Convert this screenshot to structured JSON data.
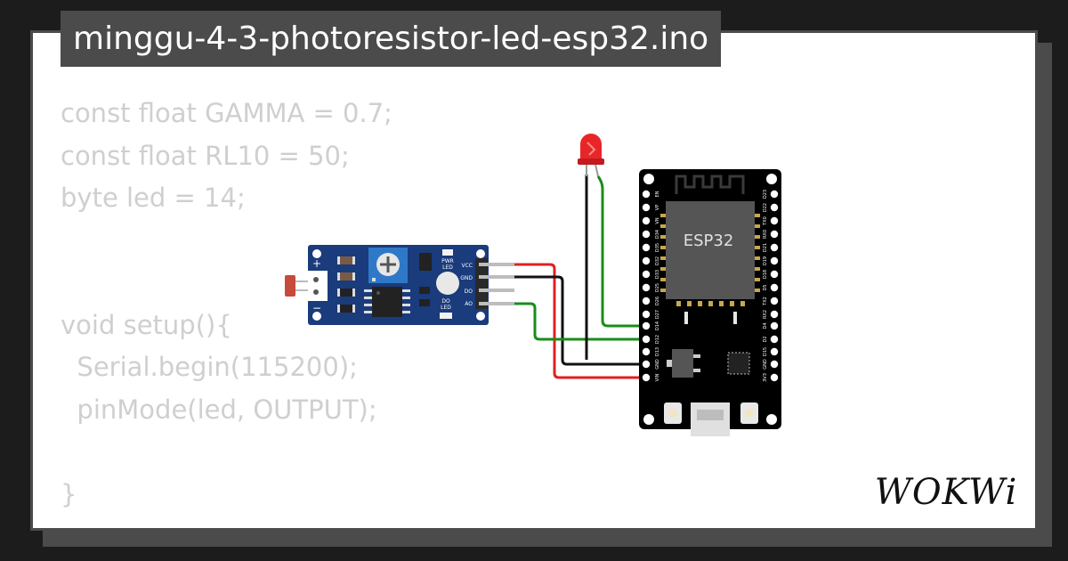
{
  "file_title": "minggu-4-3-photoresistor-led-esp32.ino",
  "code_lines": [
    "const float GAMMA = 0.7;",
    "const float RL10 = 50;",
    "byte led = 14;",
    "",
    "",
    "void setup(){",
    "  Serial.begin(115200);",
    "  pinMode(led, OUTPUT);",
    "",
    "}"
  ],
  "sensor_module": {
    "pin_labels": [
      "VCC",
      "GND",
      "DO",
      "AO"
    ],
    "pwr_led_label": [
      "PWR",
      "LED"
    ],
    "do_led_label": [
      "DO",
      "LED"
    ],
    "plus_label": "+",
    "minus_label": "−"
  },
  "esp32": {
    "chip_label": "ESP32",
    "left_pins": [
      "EN",
      "VP",
      "VN",
      "D34",
      "D35",
      "D32",
      "D33",
      "D25",
      "D26",
      "D27",
      "D14",
      "D12",
      "D13",
      "GND",
      "VIN"
    ],
    "right_pins": [
      "D23",
      "D22",
      "TX0",
      "RX0",
      "D21",
      "D19",
      "D18",
      "D5",
      "TX2",
      "RX2",
      "D4",
      "D2",
      "D15",
      "GND",
      "3V3"
    ]
  },
  "brand": "WOKWi",
  "colors": {
    "wire_red": "#e02020",
    "wire_black": "#111111",
    "wire_green": "#1a8c1a",
    "board_blue": "#1a3b7c",
    "led_red": "#e8262a"
  }
}
